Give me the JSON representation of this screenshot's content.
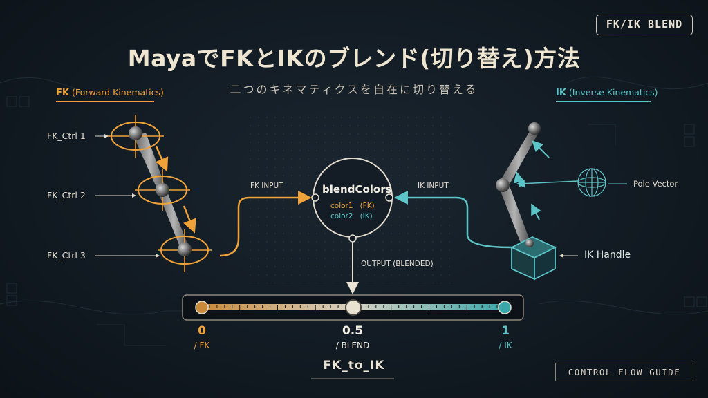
{
  "badge": "FK/IK BLEND",
  "title": "MayaでFKとIKのブレンド(切り替え)方法",
  "subtitle": "二つのキネマティクスを自在に切り替える",
  "fk": {
    "heading_short": "FK",
    "heading_long": "(Forward Kinematics)",
    "controls": [
      "FK_Ctrl 1",
      "FK_Ctrl 2",
      "FK_Ctrl 3"
    ],
    "input_label": "FK INPUT"
  },
  "ik": {
    "heading_short": "IK",
    "heading_long": "(Inverse Kinematics)",
    "pole_vector": "Pole Vector",
    "handle": "IK Handle",
    "input_label": "IK INPUT"
  },
  "node": {
    "name": "blendColors",
    "color1_label": "color1",
    "color1_src": "(FK)",
    "color2_label": "color2",
    "color2_src": "(IK)",
    "output_label": "OUTPUT (BLENDED)"
  },
  "slider": {
    "attribute": "FK_to_IK",
    "value": 0.5,
    "min": 0,
    "max": 1,
    "stops": [
      {
        "value": "0",
        "label": "/ FK"
      },
      {
        "value": "0.5",
        "label": "/ BLEND"
      },
      {
        "value": "1",
        "label": "/ IK"
      }
    ]
  },
  "footer": "CONTROL FLOW GUIDE",
  "colors": {
    "fk": "#f0a23a",
    "ik": "#5cc4c6",
    "neutral": "#e9e2d4",
    "background": "#101820"
  }
}
